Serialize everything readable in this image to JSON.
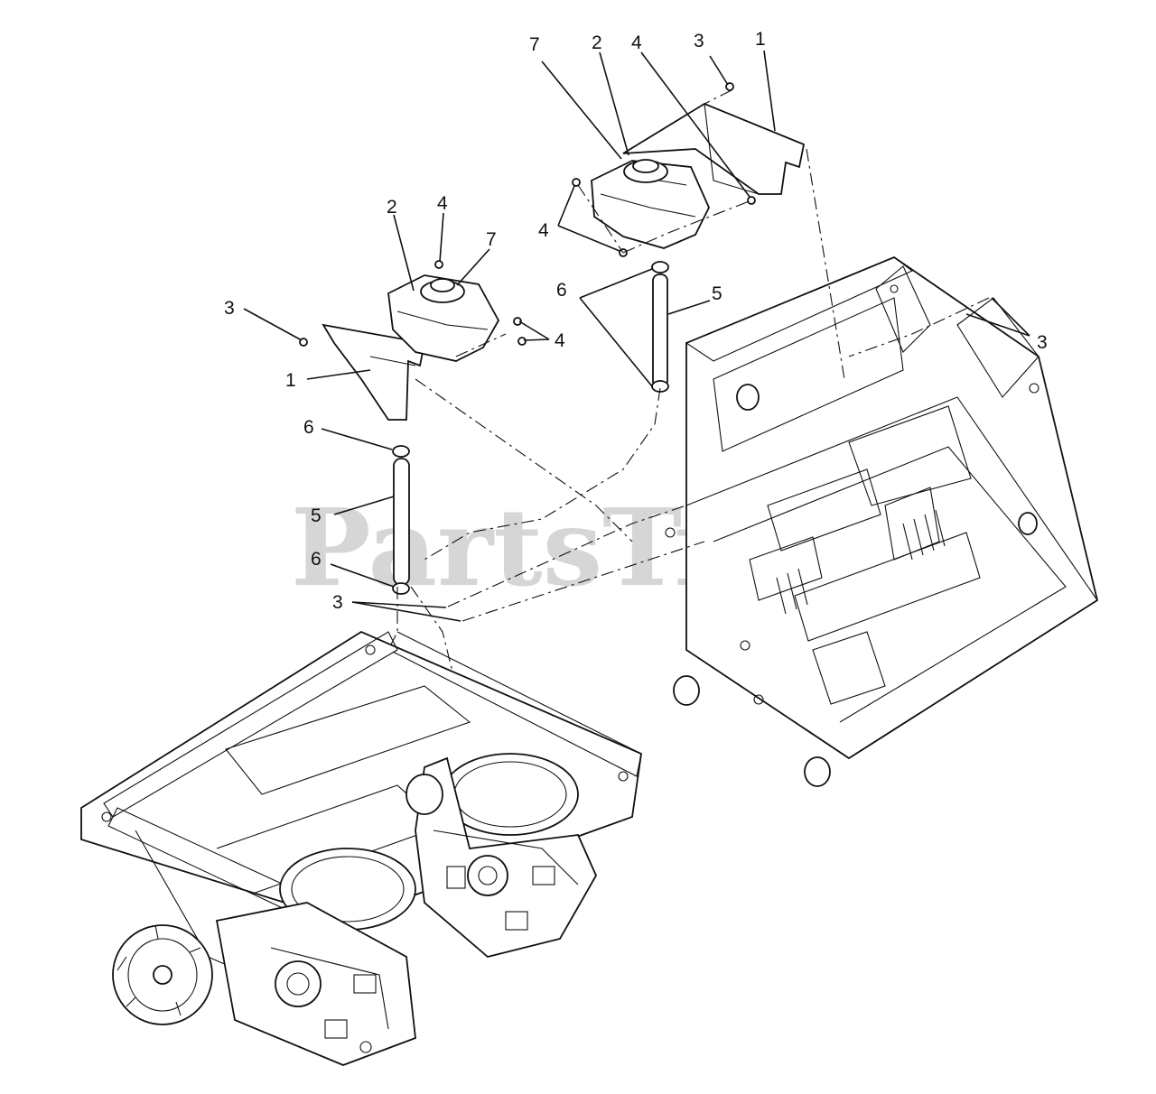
{
  "watermark": "PartsTree",
  "callouts": [
    {
      "id": "c1",
      "text": "7"
    },
    {
      "id": "c2",
      "text": "2"
    },
    {
      "id": "c3",
      "text": "4"
    },
    {
      "id": "c4",
      "text": "3"
    },
    {
      "id": "c5",
      "text": "1"
    },
    {
      "id": "c6",
      "text": "4"
    },
    {
      "id": "c7",
      "text": "2"
    },
    {
      "id": "c8",
      "text": "4"
    },
    {
      "id": "c9",
      "text": "7"
    },
    {
      "id": "c10",
      "text": "3"
    },
    {
      "id": "c11",
      "text": "4"
    },
    {
      "id": "c12",
      "text": "1"
    },
    {
      "id": "c13",
      "text": "6"
    },
    {
      "id": "c14",
      "text": "5"
    },
    {
      "id": "c15",
      "text": "3"
    },
    {
      "id": "c16",
      "text": "6"
    },
    {
      "id": "c17",
      "text": "5"
    },
    {
      "id": "c18",
      "text": "6"
    },
    {
      "id": "c19",
      "text": "3"
    }
  ]
}
